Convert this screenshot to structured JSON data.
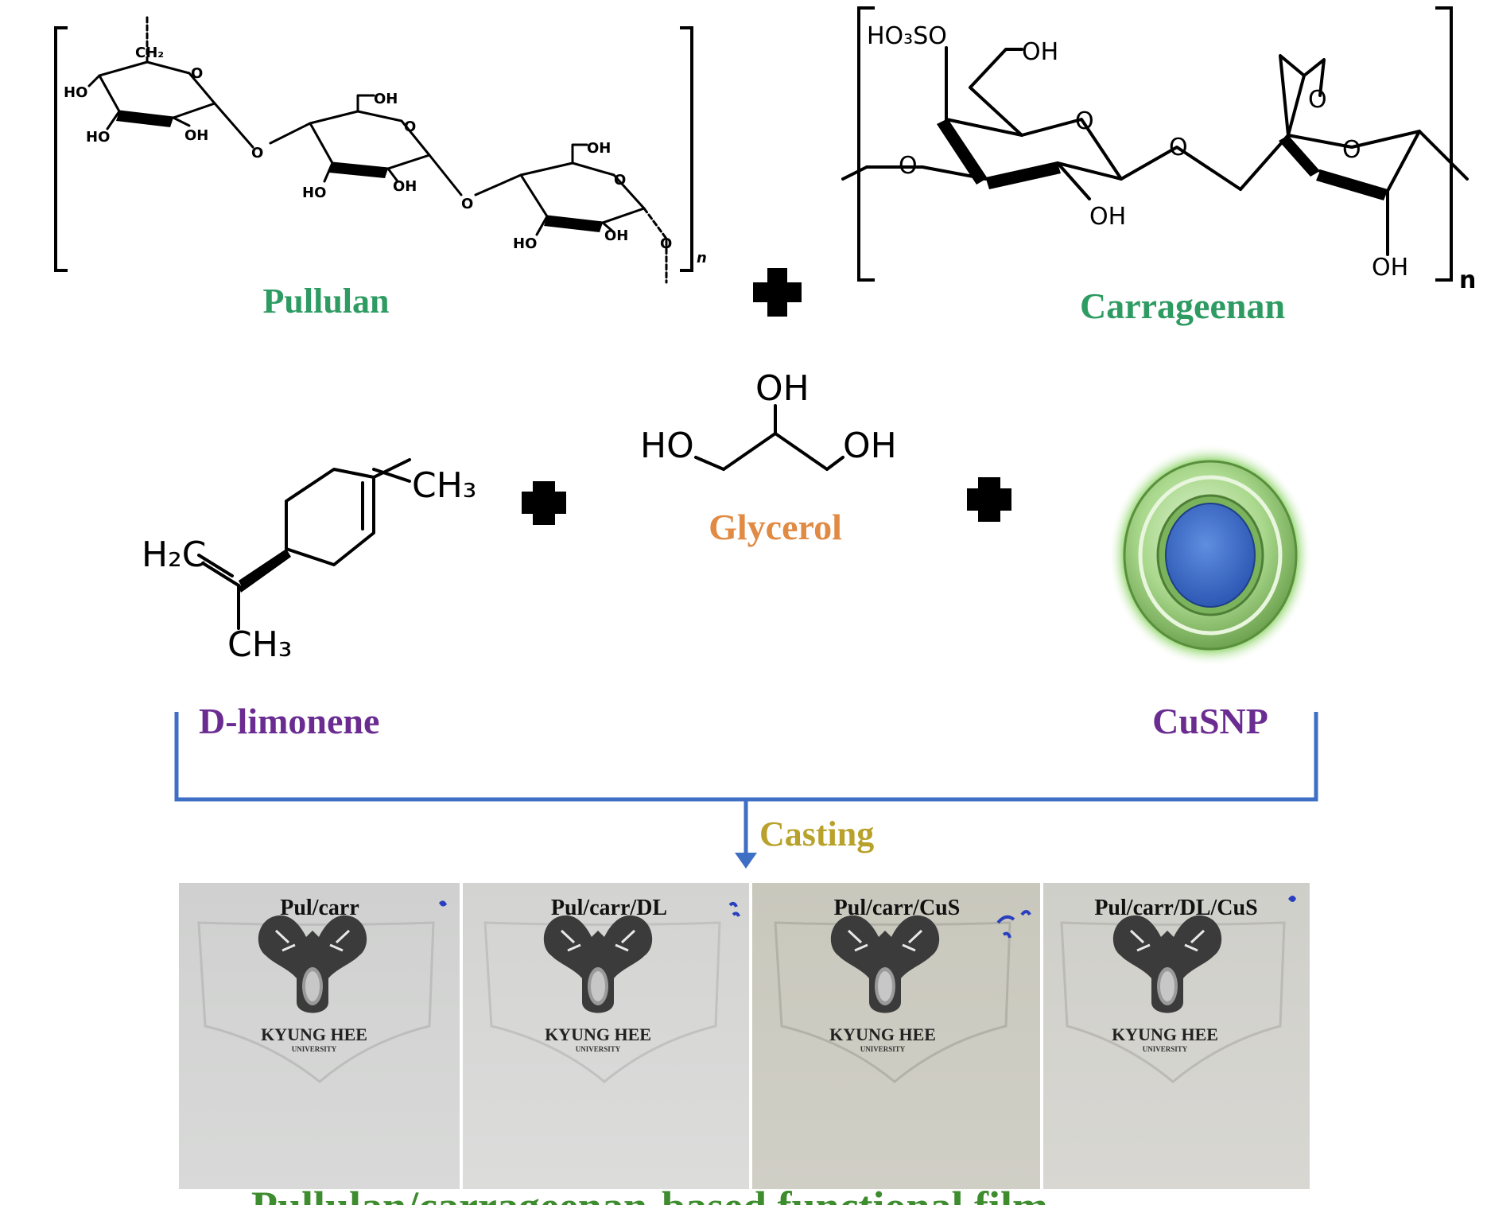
{
  "colors": {
    "pullulan_label": "#2e9b62",
    "carrageenan_label": "#2e9b62",
    "glycerol_label": "#e08a44",
    "dlimonene_label": "#6a2c91",
    "cusnp_label": "#6a2c91",
    "casting_label": "#b8a22c",
    "bottom_caption": "#3d8c2e",
    "bracket_line": "#3f6fc4",
    "nanoparticle_core": "#3f6fd0",
    "nanoparticle_shell": "#8ccf6e"
  },
  "structures": {
    "pullulan": {
      "label": "Pullulan",
      "atoms": {
        "ch2": "CH₂",
        "ring_o": "O",
        "ho": "HO",
        "oh": "OH",
        "bridge_o": "O",
        "repeat": "n"
      }
    },
    "carrageenan": {
      "label": "Carrageenan",
      "atoms": {
        "ho3so": "HO₃SO",
        "oh": "OH",
        "ring_o": "O",
        "bridge_o": "O",
        "repeat": "n"
      }
    },
    "glycerol": {
      "label": "Glycerol",
      "atoms": {
        "oh_top": "OH",
        "ho_left": "HO",
        "oh_right": "OH"
      }
    },
    "dlimonene": {
      "label": "D-limonene",
      "atoms": {
        "ch3_top": "CH₃",
        "h2c": "H₂C",
        "ch3_bottom": "CH₃"
      }
    },
    "cusnp": {
      "label": "CuSNP"
    }
  },
  "process": {
    "casting_label": "Casting"
  },
  "films": [
    {
      "label": "Pul/carr",
      "logo_text": "KYUNG HEE",
      "logo_subtext": "UNIVERSITY"
    },
    {
      "label": "Pul/carr/DL",
      "logo_text": "KYUNG HEE",
      "logo_subtext": "UNIVERSITY"
    },
    {
      "label": "Pul/carr/CuS",
      "logo_text": "KYUNG HEE",
      "logo_subtext": "UNIVERSITY"
    },
    {
      "label": "Pul/carr/DL/CuS",
      "logo_text": "KYUNG HEE",
      "logo_subtext": "UNIVERSITY"
    }
  ],
  "caption": "Pullulan/carrageenan-based functional film"
}
